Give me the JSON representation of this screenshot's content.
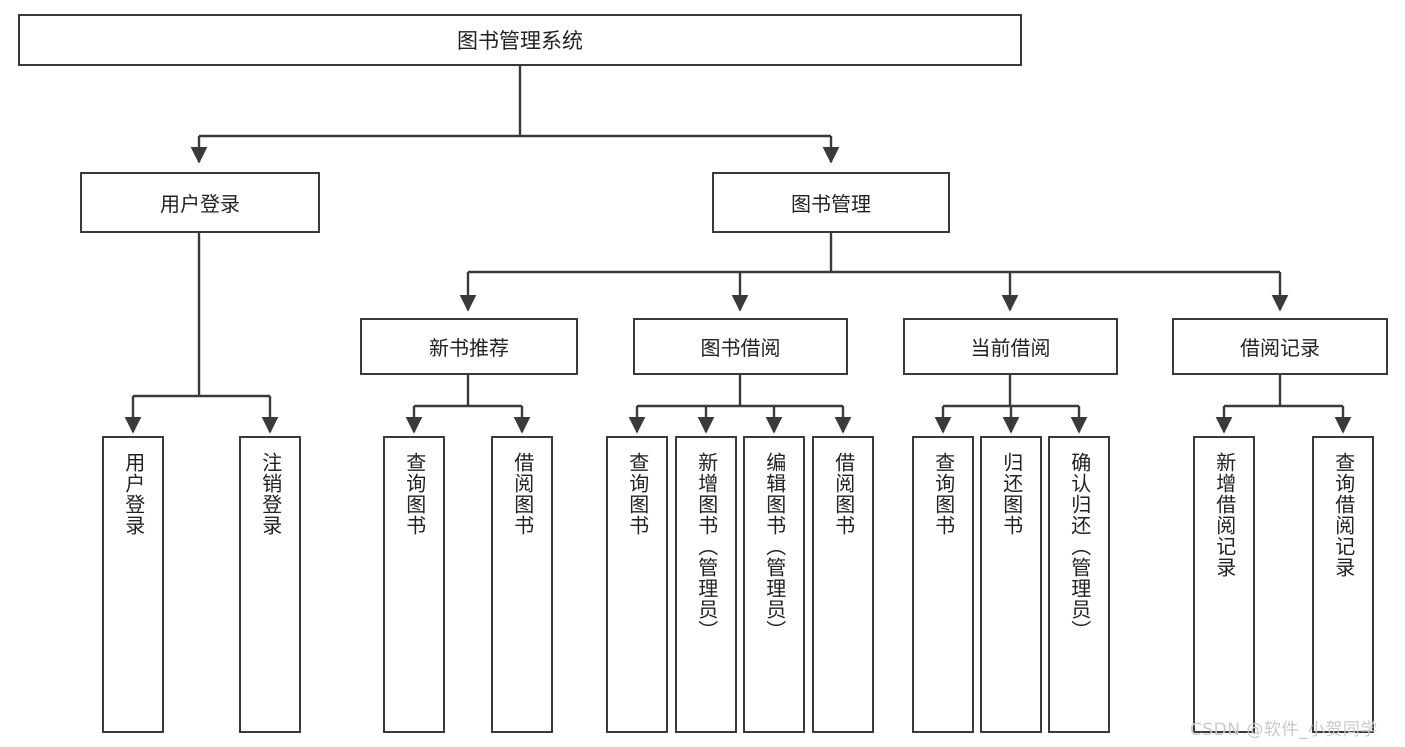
{
  "diagram": {
    "type": "tree",
    "title": "图书管理系统",
    "root": {
      "label": "图书管理系统"
    },
    "level2": [
      {
        "label": "用户登录"
      },
      {
        "label": "图书管理"
      }
    ],
    "level3": [
      {
        "label": "新书推荐",
        "parent": "图书管理"
      },
      {
        "label": "图书借阅",
        "parent": "图书管理"
      },
      {
        "label": "当前借阅",
        "parent": "图书管理"
      },
      {
        "label": "借阅记录",
        "parent": "图书管理"
      }
    ],
    "leaves": {
      "user_login": [
        {
          "label": "用户登录"
        },
        {
          "label": "注销登录"
        }
      ],
      "new_book_recommend": [
        {
          "label": "查询图书"
        },
        {
          "label": "借阅图书"
        }
      ],
      "book_borrow": [
        {
          "label": "查询图书"
        },
        {
          "label": "新增图书（管理员）"
        },
        {
          "label": "编辑图书（管理员）"
        },
        {
          "label": "借阅图书"
        }
      ],
      "current_borrow": [
        {
          "label": "查询图书"
        },
        {
          "label": "归还图书"
        },
        {
          "label": "确认归还（管理员）"
        }
      ],
      "borrow_record": [
        {
          "label": "新增借阅记录"
        },
        {
          "label": "查询借阅记录"
        }
      ]
    }
  },
  "watermark": {
    "text": "CSDN @软件_小贺同学"
  },
  "colors": {
    "stroke": "#3a3a3a",
    "text": "#222222",
    "background": "#ffffff",
    "watermark": "#c9c9c9"
  }
}
